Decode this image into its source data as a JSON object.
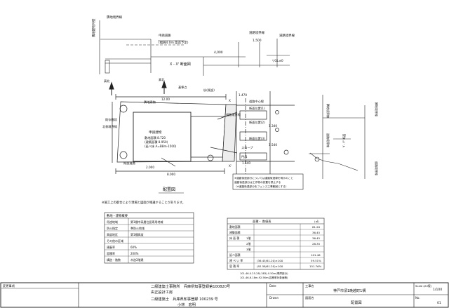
{
  "section_xx": {
    "title": "X - X' 断面図",
    "labels": {
      "boundary_top": "隣地境界線",
      "building_line": "隣地建物外壁",
      "reqd_road": "申請道路",
      "road_width": "(幅員4.0m 築造予定)",
      "road_edge1": "道路境界線",
      "road_edge2": "道路境界線",
      "level": "▽GL±0",
      "dim_top": "4,000",
      "dim_right": "1,500"
    }
  },
  "plan": {
    "title": "配置図",
    "labels": {
      "north": "真北",
      "north2": "真北",
      "kijun": "基準点",
      "kuiten": "杭(既設)",
      "adj_building": "隣地建物",
      "road_center": "道路中心線",
      "existing_road": "既設道路",
      "planned_area": "申請建物",
      "area_1": "敷地面積 8.720",
      "area_2": "(建築面積 8.950)",
      "area_3": "(延べ床 A=B8m-1500)",
      "dim_left": "12.00",
      "dim_bottom": "8.000",
      "dim_bot2": "2.000",
      "dim_right_1": "1.470",
      "dim_right_2": "1.340",
      "dim_right_3": "1.540",
      "dim_right_4": "1.540",
      "remark_1": "断面位置(1)",
      "remark_2": "断面位置(2)",
      "remark_3": "断面位置(3)",
      "ramp": "スロープ",
      "gate": "門扉",
      "hedge": "既存植栽",
      "note_north_wall": "北側境界線",
      "note_road_boundary": "道路境界線",
      "x_mark": "X",
      "x_mark2": "X'"
    },
    "note": [
      "※道路後退部分については道路後退線を明示のこと",
      "道路後退部分は工作物の設置を禁止する",
      "（※道路後退部分をフェンス工事範囲とする）"
    ]
  },
  "section_yy": {
    "labels": {
      "left_edge": "隣地境界線",
      "right_edge": "隣地境界線",
      "left_road": "道路境界線",
      "right_road": "道路境界線",
      "cutline": "Y - Y' 断面"
    }
  },
  "caption_left": "※施工上の都合により現場と図面が相違することがあります。",
  "site_table": {
    "title": "敷地・建物概要",
    "rows": [
      [
        "用途地域",
        "第1種中高層住居専用地域"
      ],
      [
        "防火指定",
        "準防火地域"
      ],
      [
        "高度地区",
        "第1種高度"
      ],
      [
        "その他の区域",
        ""
      ],
      [
        "建蔽率",
        "60%"
      ],
      [
        "容積率",
        "200%"
      ],
      [
        "構造・階数",
        "木造2階建"
      ]
    ]
  },
  "area_table": {
    "title": "面積・ 数値表",
    "unit": "(㎡)",
    "rows": [
      [
        "敷地面積",
        "",
        "61.20"
      ],
      [
        "建築面積",
        "",
        "36.45"
      ],
      [
        "床 面 積",
        "1階",
        "36.45"
      ],
      [
        "",
        "2階",
        "28.35"
      ],
      [
        "",
        "3階",
        ""
      ],
      [
        "延べ面積",
        "",
        "101.46"
      ],
      [
        "建 ぺ い 率",
        "(36.45/61.20)×100",
        "59.51%"
      ],
      [
        "容 積 率",
        "(92.58/61.20)×100",
        "151.76%"
      ]
    ],
    "footnotes": [
      "101.46-0.25-28(.383)-0.50m(車庫部分)",
      "101.46-6.18m-92.56m(容積率対象面積)"
    ]
  },
  "titleblock": {
    "revision_label": "変更事項",
    "firm_1": "二級建築士事務所　兵庫県知事登録第100820号",
    "firm_2": "由正設計工房",
    "arch_1": "二級建築士　兵庫県知事登録 100239 号",
    "arch_2": "小林　宏明",
    "date_label": "Date",
    "drawn_label": "Drawn",
    "project_label": "工事名",
    "project_name": "神戸市須1晩越町1構",
    "drawing_label": "図面名",
    "drawing_name": "配置図",
    "scale_label": "Scale (A3版)",
    "scale_value": "1/100",
    "no_label": "No.",
    "no_value": "01"
  }
}
